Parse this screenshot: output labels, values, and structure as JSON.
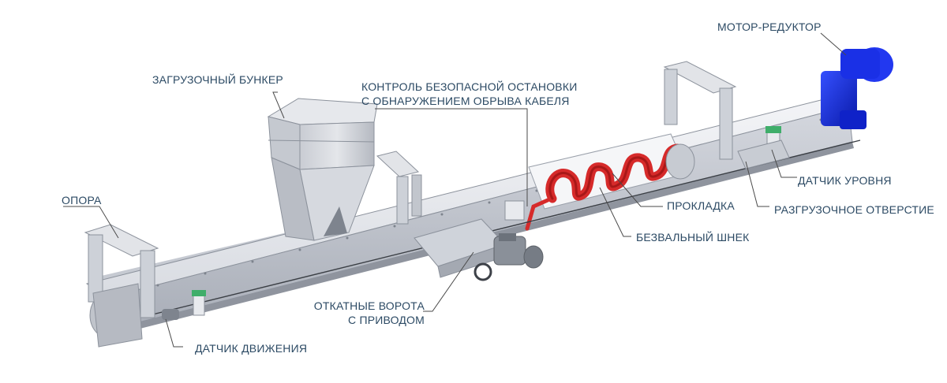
{
  "labels": {
    "hopper": "ЗАГРУЗОЧНЫЙ БУНКЕР",
    "safety_line1": "КОНТРОЛЬ БЕЗОПАСНОЙ ОСТАНОВКИ",
    "safety_line2": "С ОБНАРУЖЕНИЕМ ОБРЫВА КАБЕЛЯ",
    "motor": "МОТОР-РЕДУКТОР",
    "support": "ОПОРА",
    "level_sensor": "ДАТЧИК УРОВНЯ",
    "gasket": "ПРОКЛАДКА",
    "discharge": "РАЗГРУЗОЧНОЕ ОТВЕРСТИЕ",
    "shaftless_screw": "БЕЗВАЛЬНЫЙ ШНЕК",
    "gate_line1": "ОТКАТНЫЕ ВОРОТА",
    "gate_line2": "С ПРИВОДОМ",
    "motion_sensor": "ДАТЧИК ДВИЖЕНИЯ"
  },
  "colors": {
    "label_text": "#2c4a64",
    "trough_light": "#e9ebef",
    "trough_mid": "#cfd3da",
    "trough_dark": "#9aa0aa",
    "screw_red": "#d62a2a",
    "motor_blue": "#1428e0",
    "sensor_green": "#3fae6a"
  }
}
